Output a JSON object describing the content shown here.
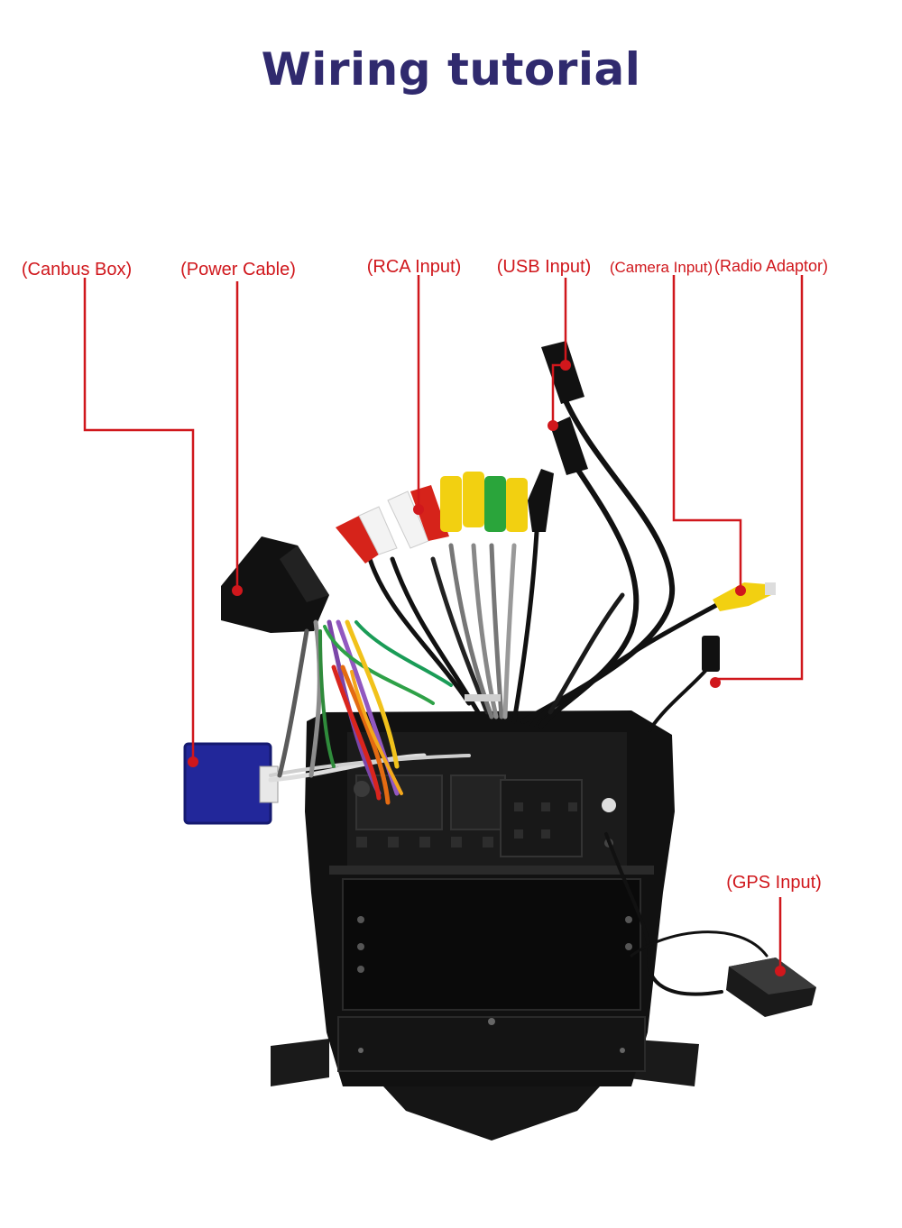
{
  "title": "Wiring tutorial",
  "accent_color": "#d0171c",
  "title_color": "#302a6e",
  "labels": {
    "canbus": "(Canbus Box)",
    "power": "(Power Cable)",
    "rca": "(RCA Input)",
    "usb": "(USB Input)",
    "camera": "(Camera Input)",
    "radio": "(Radio Adaptor)",
    "gps": "(GPS Input)"
  }
}
